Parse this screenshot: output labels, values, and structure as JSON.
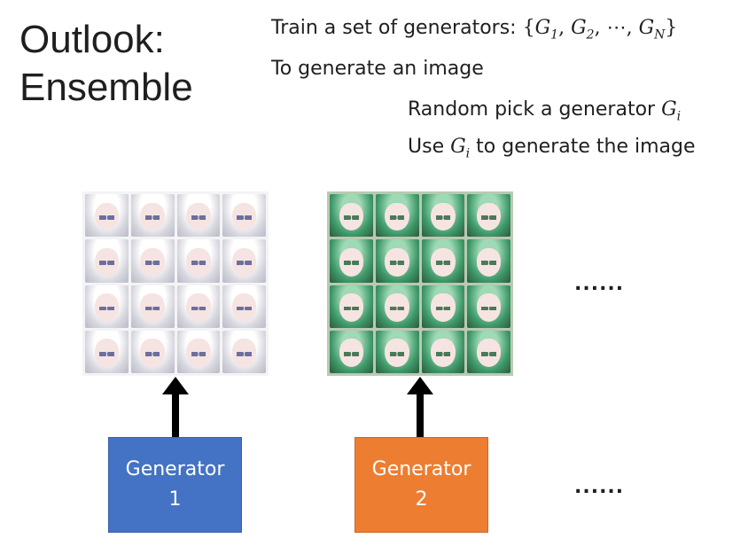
{
  "slide": {
    "title_line1": "Outlook:",
    "title_line2": "Ensemble",
    "bullets": {
      "train_prefix": "Train a set of generators: ",
      "generate": "To generate an image",
      "random_pick_prefix": "Random pick a generator ",
      "use_prefix": "Use ",
      "use_suffix": " to generate the image"
    },
    "math": {
      "G": "G",
      "sub1": "1",
      "sub2": "2",
      "subN": "N",
      "subi": "i",
      "lbrace": "{",
      "rbrace": "}",
      "comma": ", ",
      "cdots": "⋯"
    }
  },
  "generators": [
    {
      "label": "Generator",
      "number": "1",
      "color": "#4472c4",
      "image_theme": "white-haired anime faces"
    },
    {
      "label": "Generator",
      "number": "2",
      "color": "#ed7d31",
      "image_theme": "green-haired anime faces"
    }
  ],
  "ellipsis": "......",
  "icons": {
    "arrow": "up-arrow-icon"
  }
}
